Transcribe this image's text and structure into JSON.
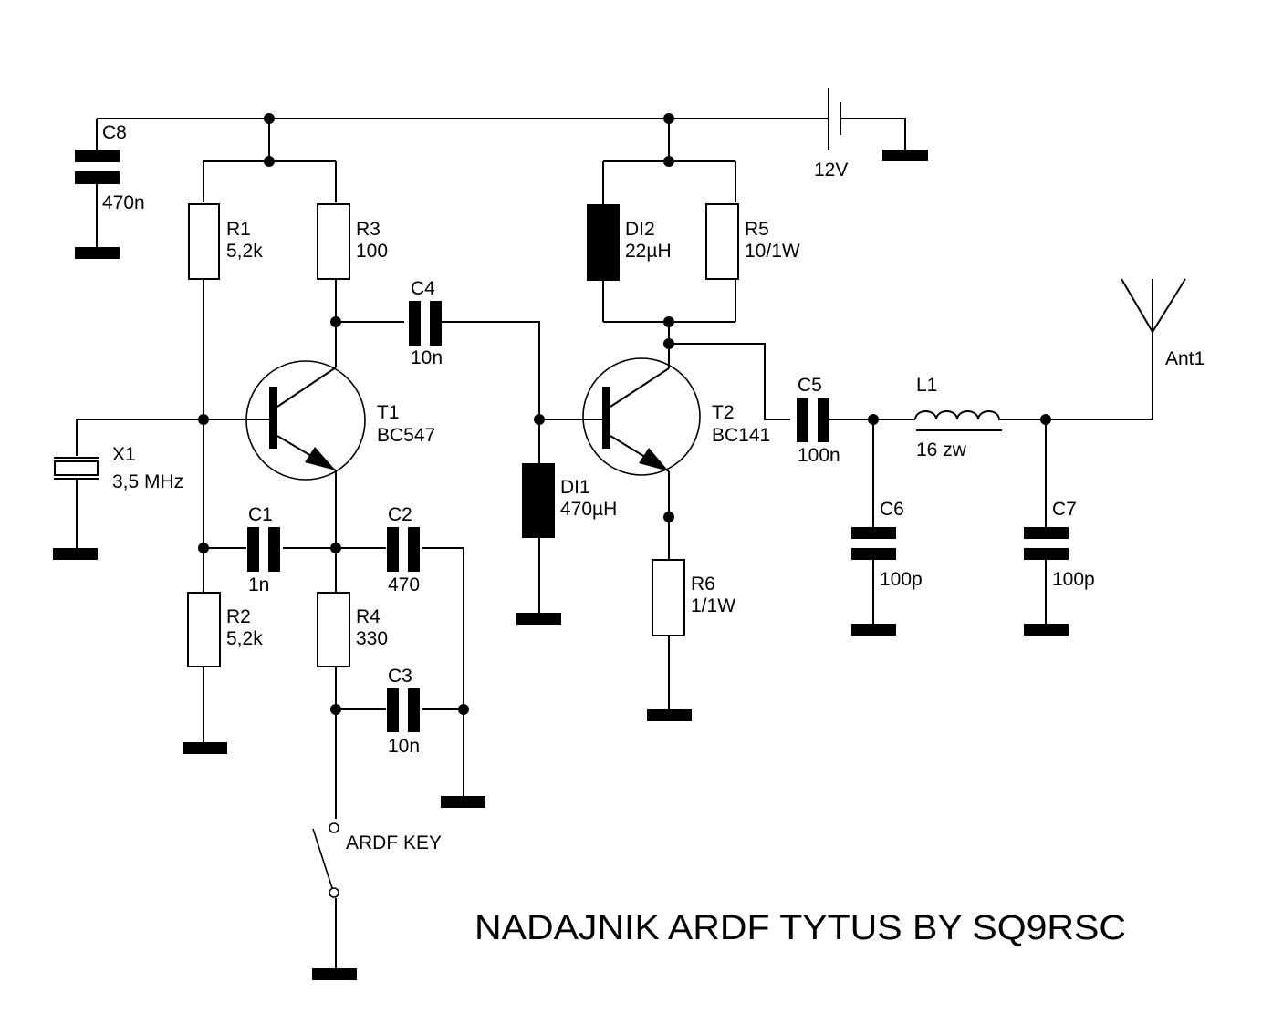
{
  "title": "NADAJNIK ARDF TYTUS BY SQ9RSC",
  "colors": {
    "ink": "#000000",
    "background": "#ffffff"
  },
  "supply": {
    "name": "12V"
  },
  "components": {
    "C8": {
      "ref": "C8",
      "value": "470n"
    },
    "R1": {
      "ref": "R1",
      "value": "5,2k"
    },
    "R3": {
      "ref": "R3",
      "value": "100"
    },
    "R2": {
      "ref": "R2",
      "value": "5,2k"
    },
    "R4": {
      "ref": "R4",
      "value": "330"
    },
    "C1": {
      "ref": "C1",
      "value": "1n"
    },
    "C2": {
      "ref": "C2",
      "value": "470"
    },
    "C3": {
      "ref": "C3",
      "value": "10n"
    },
    "C4": {
      "ref": "C4",
      "value": "10n"
    },
    "X1": {
      "ref": "X1",
      "value": "3,5 MHz"
    },
    "T1": {
      "ref": "T1",
      "value": "BC547"
    },
    "T2": {
      "ref": "T2",
      "value": "BC141"
    },
    "DI1": {
      "ref": "DI1",
      "value": "470µH"
    },
    "DI2": {
      "ref": "DI2",
      "value": "22µH"
    },
    "R5": {
      "ref": "R5",
      "value": "10/1W"
    },
    "R6": {
      "ref": "R6",
      "value": "1/1W"
    },
    "C5": {
      "ref": "C5",
      "value": "100n"
    },
    "C6": {
      "ref": "C6",
      "value": "100p"
    },
    "C7": {
      "ref": "C7",
      "value": "100p"
    },
    "L1": {
      "ref": "L1",
      "value": "16 zw"
    },
    "Ant1": {
      "ref": "Ant1"
    },
    "KEY": {
      "label": "ARDF KEY"
    }
  }
}
